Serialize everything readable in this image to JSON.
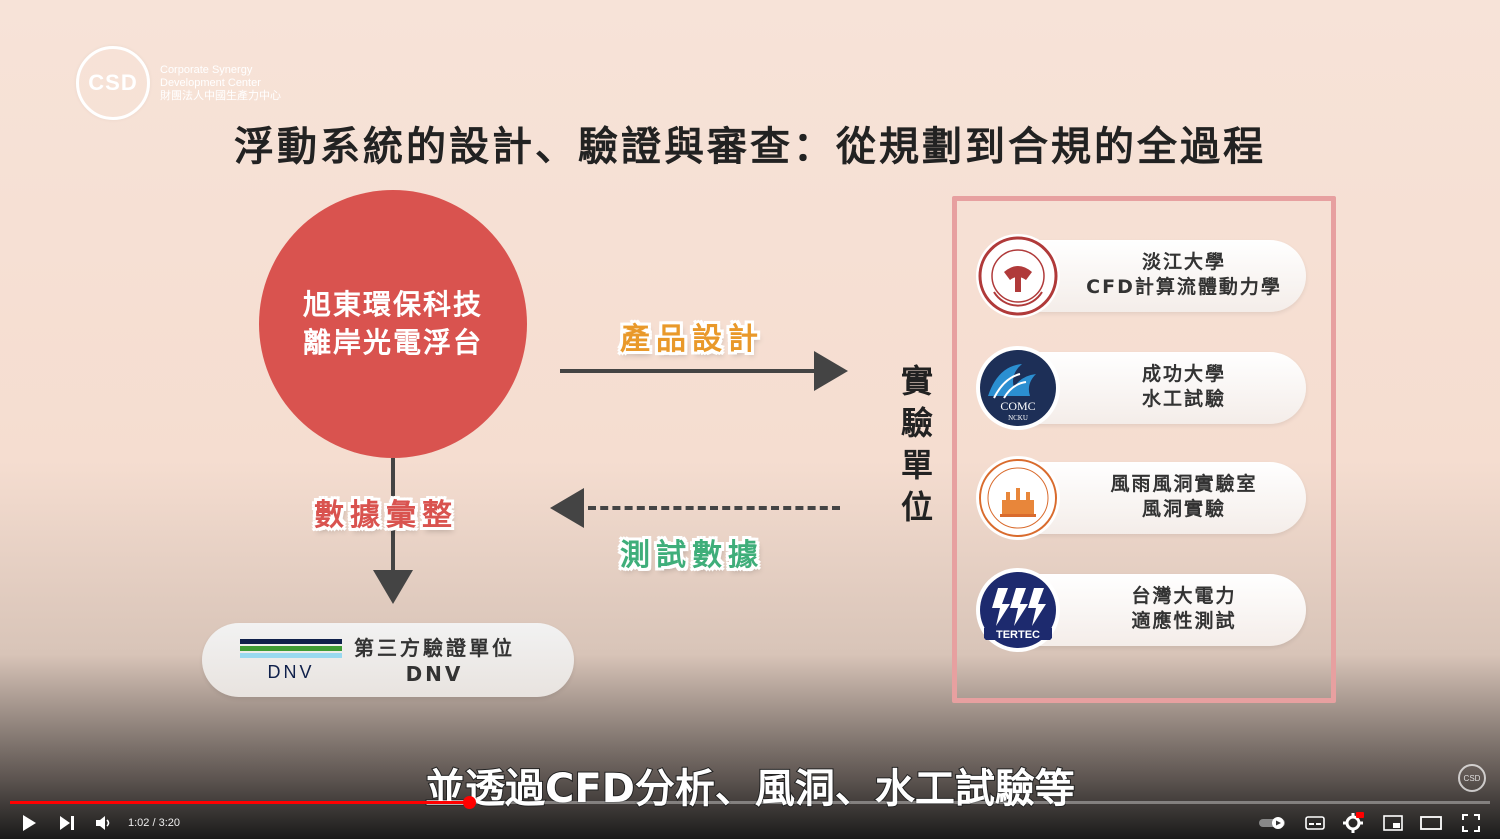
{
  "logo": {
    "mark": "CSD",
    "line1": "Corporate Synergy",
    "line2": "Development Center",
    "line3": "財團法人中國生產力中心"
  },
  "title": "浮動系統的設計、驗證與審查：從規劃到合規的全過程",
  "main_circle": {
    "line1": "旭東環保科技",
    "line2": "離岸光電浮台"
  },
  "labels": {
    "design": "產品設計",
    "consolidate": "數據彙整",
    "test_data": "測試數據"
  },
  "vertical_label": [
    "實",
    "驗",
    "單",
    "位"
  ],
  "labs": [
    {
      "line1": "淡江大學",
      "line2": "CFD計算流體動力學",
      "icon": "tamkang-university-seal-icon"
    },
    {
      "line1": "成功大學",
      "line2": "水工試驗",
      "icon": "comc-ncku-logo-icon",
      "icon_text1": "COMC",
      "icon_text2": "NCKU"
    },
    {
      "line1": "風雨風洞實驗室",
      "line2": "風洞實驗",
      "icon": "wind-tunnel-lab-seal-icon"
    },
    {
      "line1": "台灣大電力",
      "line2": "適應性測試",
      "icon": "tertec-logo-icon",
      "icon_text": "TERTEC"
    }
  ],
  "dnv": {
    "logo_text": "DNV",
    "line1": "第三方驗證單位",
    "line2": "DNV"
  },
  "subtitle": "並透過CFD分析、風洞、水工試驗等",
  "watermark": "CSD",
  "player": {
    "time": "1:02 / 3:20",
    "progress": 0.31,
    "accent": "#ff0000"
  },
  "colors": {
    "circle": "#d9534f",
    "box_border": "#e7a0a0",
    "design_label": "#e9992a",
    "consolidate_label": "#d9534f",
    "test_label": "#3fae7a"
  }
}
